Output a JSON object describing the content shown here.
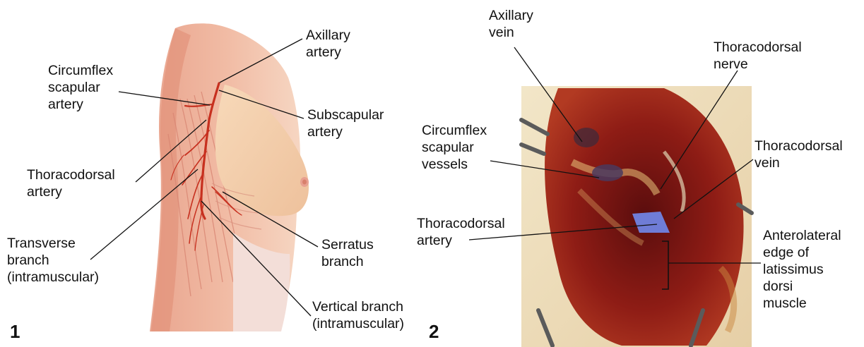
{
  "panel1": {
    "number": "1",
    "labels": {
      "axillary_artery": "Axillary\nartery",
      "circumflex_scapular_artery": "Circumflex\nscapular\nartery",
      "subscapular_artery": "Subscapular\nartery",
      "thoracodorsal_artery": "Thoracodorsal\nartery",
      "transverse_branch": "Transverse\nbranch\n(intramuscular)",
      "serratus_branch": "Serratus\nbranch",
      "vertical_branch": "Vertical branch\n(intramuscular)"
    }
  },
  "panel2": {
    "number": "2",
    "labels": {
      "axillary_vein": "Axillary\nvein",
      "thoracodorsal_nerve": "Thoracodorsal\nnerve",
      "circumflex_scapular_vessels": "Circumflex\nscapular\nvessels",
      "thoracodorsal_vein": "Thoracodorsal\nvein",
      "thoracodorsal_artery": "Thoracodorsal\nartery",
      "anterolateral_edge": "Anterolateral\nedge of\nlatissimus\ndorsi\nmuscle"
    }
  }
}
